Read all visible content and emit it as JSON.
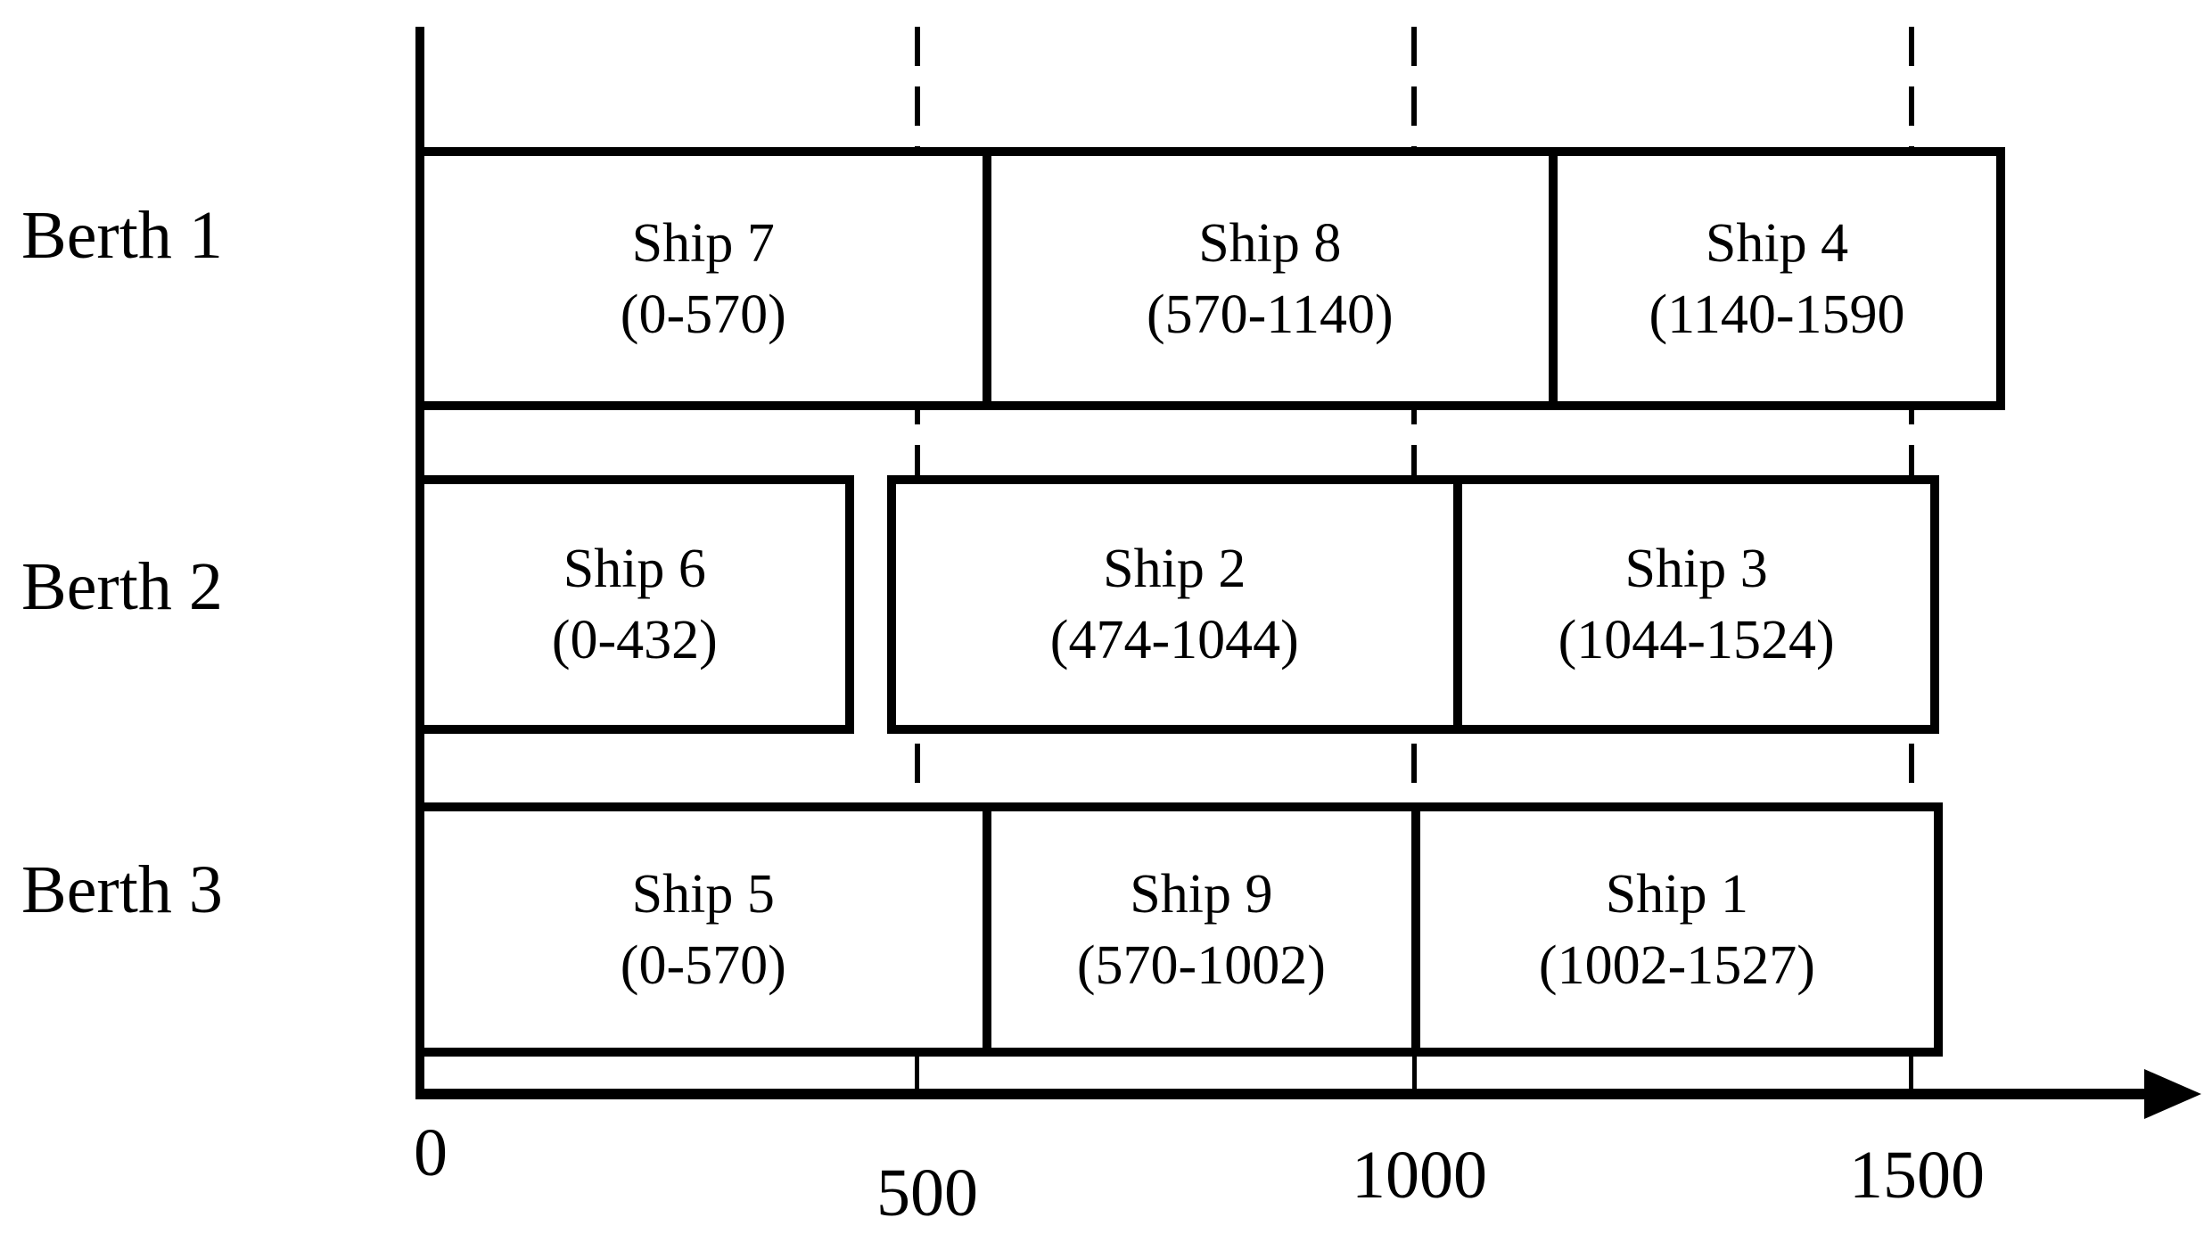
{
  "chart_data": {
    "type": "bar",
    "subtype": "gantt",
    "orientation": "horizontal",
    "y_axis_categories": [
      "Berth 1",
      "Berth 2",
      "Berth 3"
    ],
    "rows": [
      {
        "berth": "Berth 1",
        "ships": [
          {
            "name": "Ship 7",
            "start": 0,
            "end": 570,
            "range_label": "(0-570)"
          },
          {
            "name": "Ship 8",
            "start": 570,
            "end": 1140,
            "range_label": "(570-1140)"
          },
          {
            "name": "Ship 4",
            "start": 1140,
            "end": 1590,
            "range_label": "(1140-1590"
          }
        ]
      },
      {
        "berth": "Berth 2",
        "ships": [
          {
            "name": "Ship 6",
            "start": 0,
            "end": 432,
            "range_label": "(0-432)"
          },
          {
            "name": "Ship 2",
            "start": 474,
            "end": 1044,
            "range_label": "(474-1044)"
          },
          {
            "name": "Ship 3",
            "start": 1044,
            "end": 1524,
            "range_label": "(1044-1524)"
          }
        ]
      },
      {
        "berth": "Berth 3",
        "ships": [
          {
            "name": "Ship 5",
            "start": 0,
            "end": 570,
            "range_label": "(0-570)"
          },
          {
            "name": "Ship 9",
            "start": 570,
            "end": 1002,
            "range_label": "(570-1002)"
          },
          {
            "name": "Ship 1",
            "start": 1002,
            "end": 1527,
            "range_label": "(1002-1527)"
          }
        ]
      }
    ],
    "x_ticks": [
      0,
      500,
      1000,
      1500
    ],
    "x_tick_labels": [
      "0",
      "500",
      "1000",
      "1500"
    ],
    "xlim": [
      0,
      1780
    ],
    "grid": "dashed vertical lines at x ticks 500/1000/1500",
    "legend": false,
    "axis_arrow": "right"
  },
  "colors": {
    "ink": "#000000",
    "background": "#ffffff",
    "bar_fill": "#ffffff"
  }
}
